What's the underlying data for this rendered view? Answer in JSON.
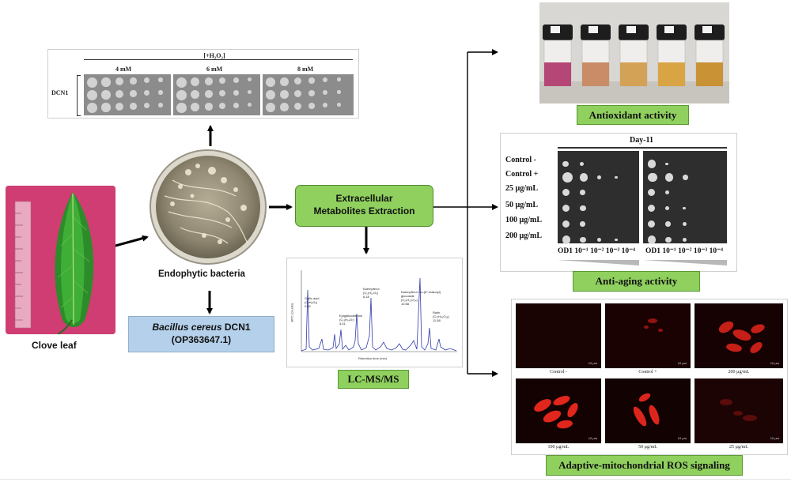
{
  "leaf": {
    "label": "Clove leaf"
  },
  "bacteria": {
    "label": "Endophytic bacteria"
  },
  "species": {
    "name": "Bacillus cereus",
    "strain": "DCN1",
    "accession": "(OP363647.1)"
  },
  "extraction": {
    "line1": "Extracellular",
    "line2": "Metabolites Extraction"
  },
  "h2o2": {
    "title": "[+H₂O₂]",
    "row_label": "DCN1",
    "concentrations": [
      "4 mM",
      "6 mM",
      "8 mM"
    ]
  },
  "lcms": {
    "label": "LC-MS/MS",
    "xlabel": "Retention time (min)",
    "ylabel": "BPC (counts)",
    "peaks": [
      {
        "name": "Gallic acid",
        "formula": "(C₇H₆O₅)",
        "rt": "0.62"
      },
      {
        "name": "Epigallocatechin",
        "formula": "(C₁₅H₁₄O₇)",
        "rt": "4.41"
      },
      {
        "name": "Kaempferol",
        "formula": "(C₁₅H₁₀O₆)",
        "rt": "6.18"
      },
      {
        "name": "Kaempferol 3-o-(6″-malonyl) glucoside",
        "formula": "(C₂₄H₂₂O₁₄)",
        "rt": "10.58"
      },
      {
        "name": "Rutin",
        "formula": "(C₂₇H₃₀O₁₆)",
        "rt": "11.58"
      }
    ]
  },
  "antioxidant": {
    "label": "Antioxidant activity"
  },
  "antiaging": {
    "label": "Anti-aging activity",
    "day": "Day-11",
    "rows": [
      "Control -",
      "Control +",
      "25 µg/mL",
      "50 µg/mL",
      "100 µg/mL",
      "200 µg/mL"
    ],
    "od_label": "OD1",
    "dilutions": [
      "10⁻¹",
      "10⁻²",
      "10⁻³",
      "10⁻⁴"
    ]
  },
  "ros": {
    "label": "Adaptive-mitochondrial ROS signaling",
    "scale": "10 µm",
    "cells": [
      "Control -",
      "Control +",
      "200 µg/mL",
      "100 µg/mL",
      "50 µg/mL",
      "25 µg/mL"
    ]
  },
  "colors": {
    "green_box": "#8fd05e",
    "blue_box": "#b4d0ea",
    "arrow": "#000000",
    "fluorescence": "#d8231b"
  }
}
